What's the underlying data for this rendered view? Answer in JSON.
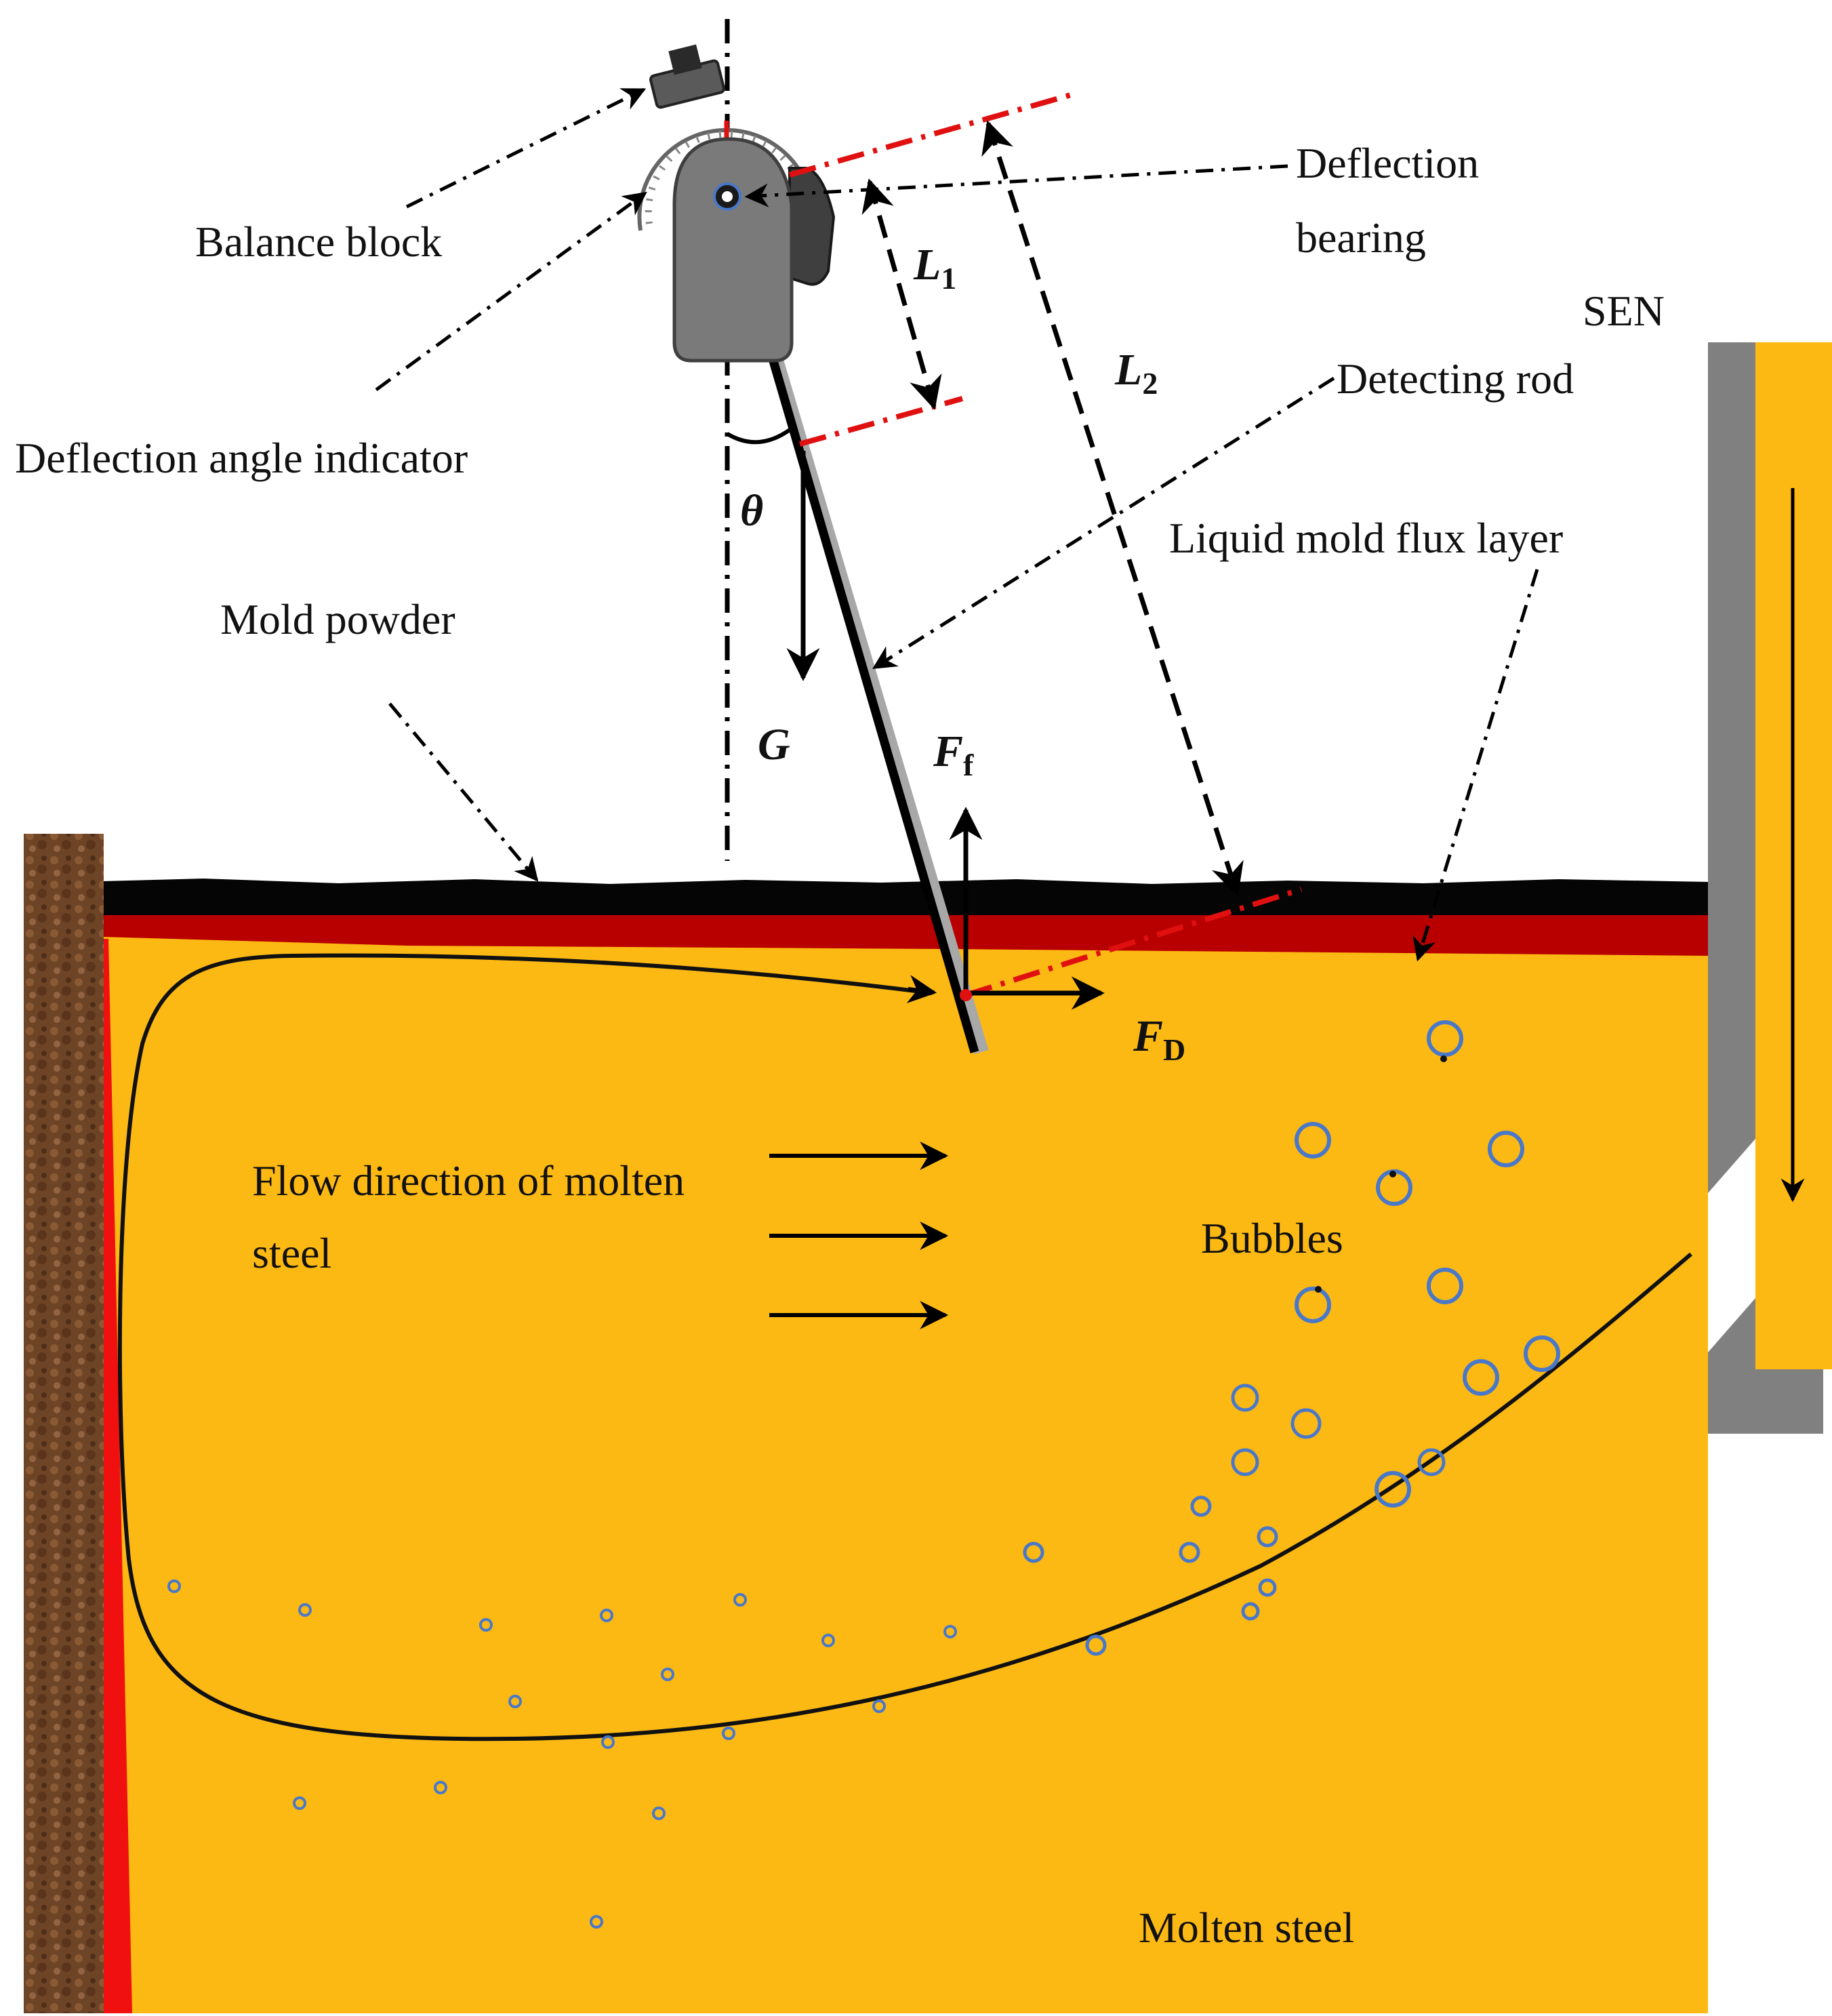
{
  "labels": {
    "balance_block": "Balance block",
    "deflection_bearing_line1": "Deflection",
    "deflection_bearing_line2": "bearing",
    "deflection_angle_indicator": "Deflection angle indicator",
    "sen": "SEN",
    "detecting_rod": "Detecting rod",
    "liquid_mold_flux_layer": "Liquid mold flux layer",
    "mold_powder": "Mold powder",
    "flow_direction_line1": "Flow direction of molten",
    "flow_direction_line2": "steel",
    "bubbles": "Bubbles",
    "molten_steel": "Molten steel"
  },
  "symbols": {
    "theta": "θ",
    "gravity": "G",
    "float_force": "F",
    "float_force_sub": "f",
    "drag_force": "F",
    "drag_force_sub": "D",
    "length1": "L",
    "length1_sub": "1",
    "length2": "L",
    "length2_sub": "2"
  },
  "colors": {
    "molten_steel": "#FDB913",
    "mold_powder": "#050505",
    "liquid_flux": "#B80000",
    "red_wall_layer": "#F01010",
    "mold_wall": "#6E4426",
    "sen_wall": "#808080",
    "device_body": "#7A7A7A",
    "bubble_stroke": "#4A78C8",
    "dimension_red": "#E01010"
  }
}
